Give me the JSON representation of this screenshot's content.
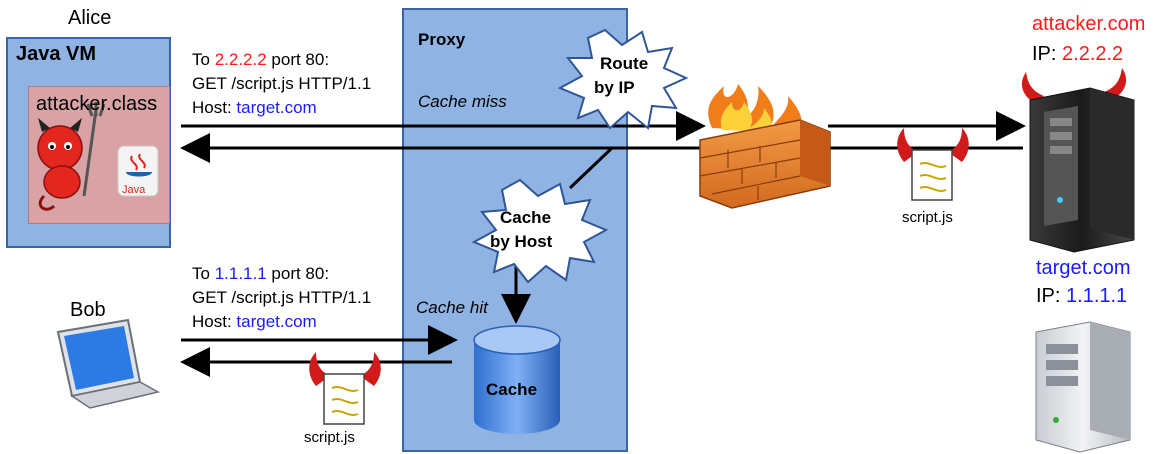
{
  "alice": {
    "label": "Alice",
    "vm_label": "Java VM",
    "class_label": "attacker.class",
    "java_logo_text": "Java"
  },
  "bob": {
    "label": "Bob"
  },
  "proxy": {
    "label": "Proxy",
    "cache_miss": "Cache miss",
    "cache_hit": "Cache hit",
    "cache_label": "Cache"
  },
  "bursts": {
    "route_line1": "Route",
    "route_line2": "by IP",
    "cache_line1": "Cache",
    "cache_line2": "by Host"
  },
  "request_top": {
    "to_prefix": "To ",
    "ip": "2.2.2.2",
    "port_suffix": " port 80:",
    "get_line": "GET /script.js HTTP/1.1",
    "host_prefix": "Host: ",
    "host": "target.com"
  },
  "request_bottom": {
    "to_prefix": "To ",
    "ip": "1.1.1.1",
    "port_suffix": " port 80:",
    "get_line": "GET /script.js HTTP/1.1",
    "host_prefix": "Host: ",
    "host": "target.com"
  },
  "attacker_server": {
    "name": "attacker.com",
    "ip_prefix": "IP: ",
    "ip": "2.2.2.2"
  },
  "target_server": {
    "name": "target.com",
    "ip_prefix": "IP: ",
    "ip": "1.1.1.1"
  },
  "files": {
    "script_top": "script.js",
    "script_bottom": "script.js"
  },
  "colors": {
    "proxy_fill": "#8fb3e3",
    "vm_fill": "#8fb3e3",
    "attacker_red": "#ff1a1a",
    "target_blue": "#1a1aff"
  }
}
